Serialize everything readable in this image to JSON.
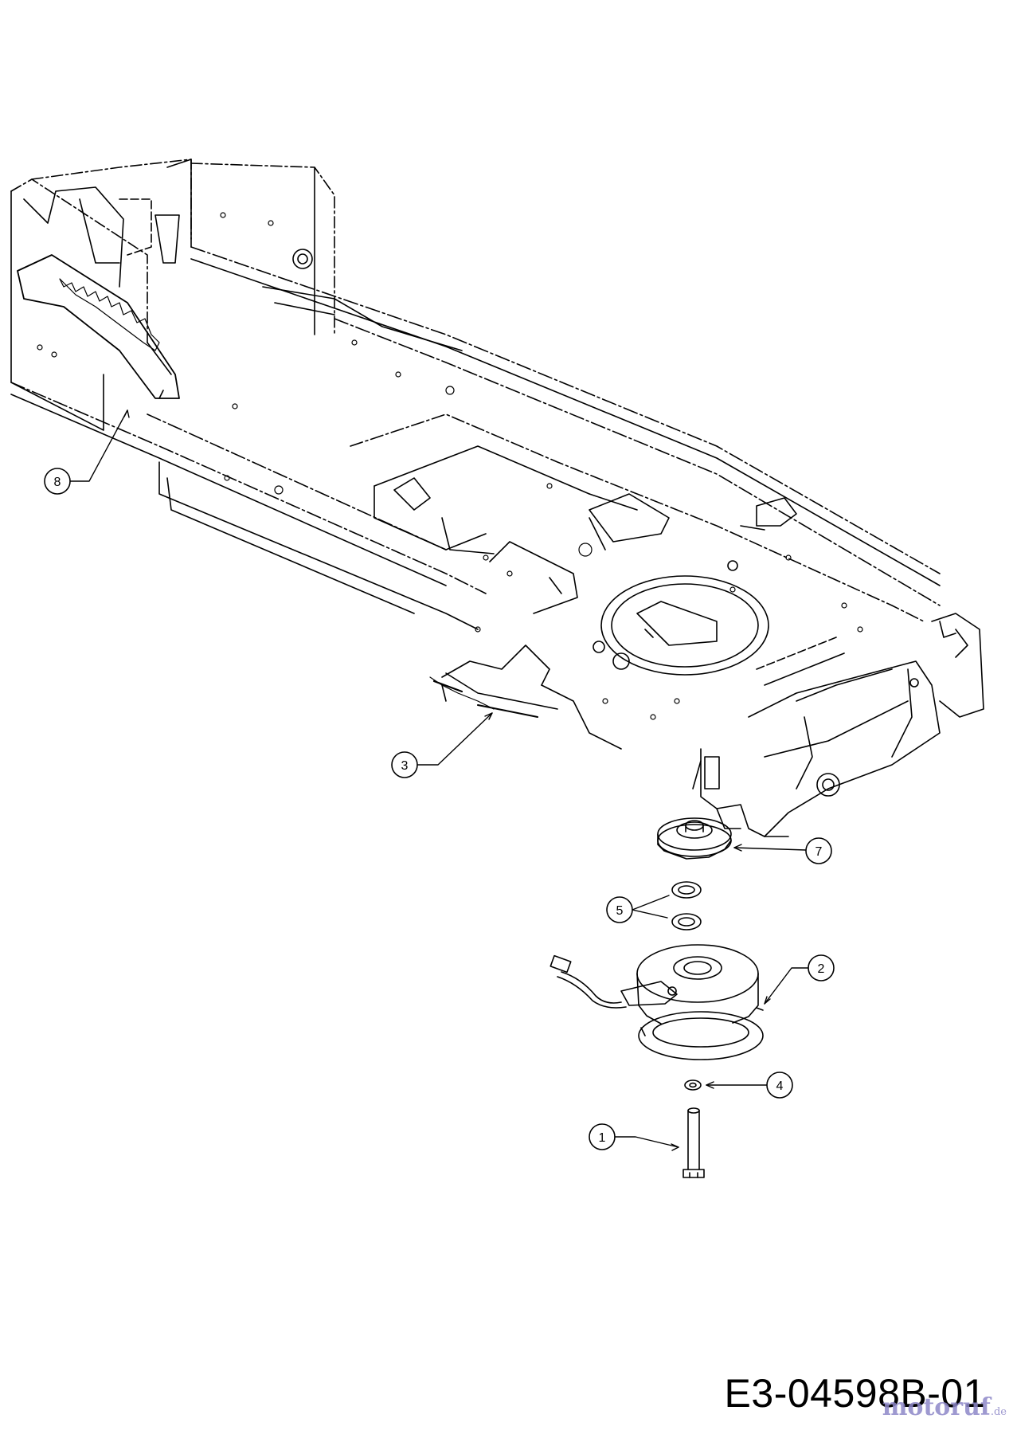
{
  "diagram": {
    "callouts": [
      {
        "id": "1",
        "label": "1"
      },
      {
        "id": "2",
        "label": "2"
      },
      {
        "id": "3",
        "label": "3"
      },
      {
        "id": "4",
        "label": "4"
      },
      {
        "id": "5",
        "label": "5"
      },
      {
        "id": "7",
        "label": "7"
      },
      {
        "id": "8",
        "label": "8"
      }
    ],
    "drawing_code": "E3-04598B-01"
  },
  "watermark": {
    "brand": "motoruf",
    "suffix": ".de"
  },
  "colors": {
    "line": "#000000",
    "watermark": "#8e88c8"
  }
}
